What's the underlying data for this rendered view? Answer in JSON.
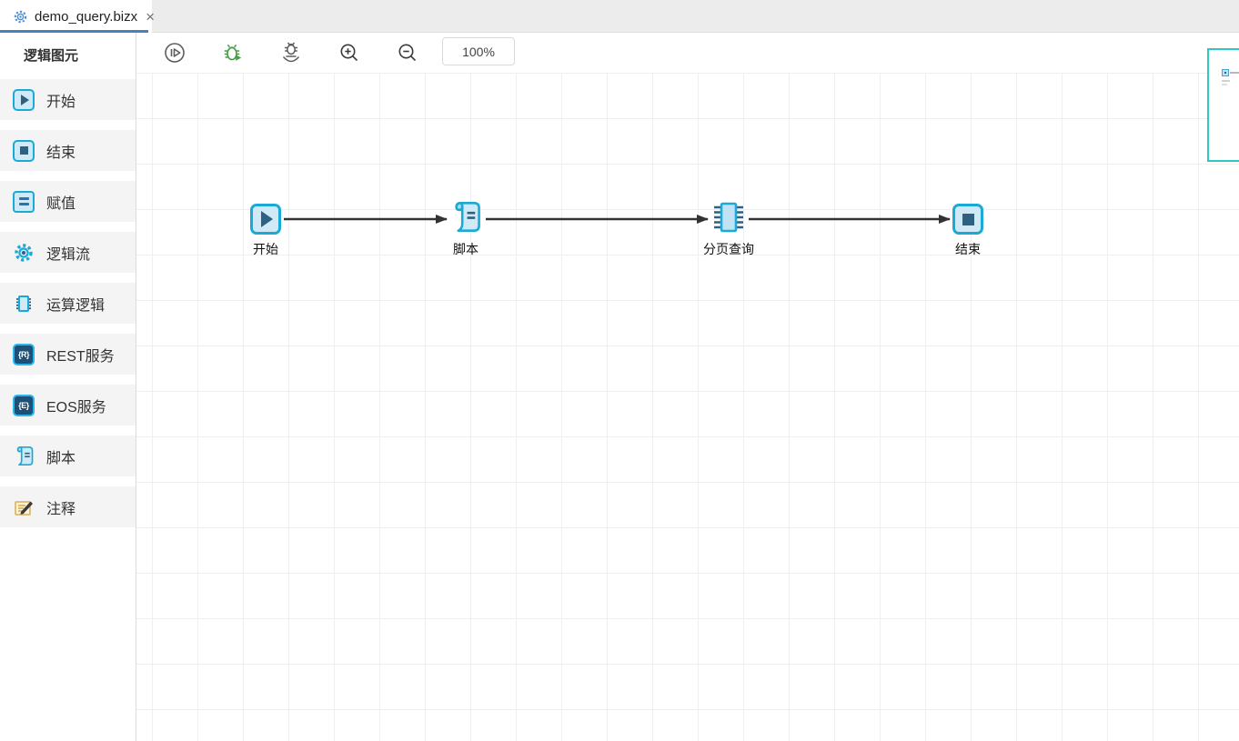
{
  "tab_bar": {
    "tabs": [
      {
        "label": "demo_query.bizx",
        "active": true,
        "close_glyph": "×",
        "icon": "gear-icon"
      }
    ]
  },
  "sidebar": {
    "title": "逻辑图元",
    "items": [
      {
        "label": "开始",
        "icon": "start-icon"
      },
      {
        "label": "结束",
        "icon": "end-icon"
      },
      {
        "label": "赋值",
        "icon": "assign-icon"
      },
      {
        "label": "逻辑流",
        "icon": "logic-flow-gear-icon"
      },
      {
        "label": "运算逻辑",
        "icon": "chip-icon"
      },
      {
        "label": "REST服务",
        "icon": "rest-service-icon",
        "glyph": "{R}"
      },
      {
        "label": "EOS服务",
        "icon": "eos-service-icon",
        "glyph": "{E}"
      },
      {
        "label": "脚本",
        "icon": "script-scroll-icon"
      },
      {
        "label": "注释",
        "icon": "comment-note-icon"
      }
    ]
  },
  "toolbar": {
    "buttons": [
      {
        "id": "run",
        "icon": "run-icon"
      },
      {
        "id": "debug-run",
        "icon": "debug-run-bug-icon"
      },
      {
        "id": "debug-hold",
        "icon": "bug-on-hand-icon"
      },
      {
        "id": "zoom-in",
        "icon": "zoom-in-icon"
      },
      {
        "id": "zoom-out",
        "icon": "zoom-out-icon"
      }
    ],
    "zoom_level": "100%"
  },
  "canvas": {
    "nodes": [
      {
        "id": "start",
        "type": "start",
        "label": "开始"
      },
      {
        "id": "script",
        "type": "script",
        "label": "脚本"
      },
      {
        "id": "paged-query",
        "type": "logic",
        "label": "分页查询"
      },
      {
        "id": "end",
        "type": "end",
        "label": "结束"
      }
    ],
    "edges": [
      {
        "from": "开始",
        "to": "脚本"
      },
      {
        "from": "脚本",
        "to": "分页查询"
      },
      {
        "from": "分页查询",
        "to": "结束"
      }
    ]
  },
  "minimap": {
    "present": true
  },
  "colors": {
    "accent_cyan": "#1ba9d6",
    "node_fill": "#cfe9f7",
    "node_glyph_dark": "#2e6080",
    "tab_underline": "#4b7fbd",
    "tabbar_bg": "#ececec",
    "sidebar_item_bg": "#f4f4f4",
    "grid_line": "#efefef",
    "edge": "#333333",
    "debug_green": "#43a047",
    "minimap_border": "#2fc7c1",
    "service_badge_bg": "#1d5078",
    "comment_yellow": "#dfb969"
  }
}
